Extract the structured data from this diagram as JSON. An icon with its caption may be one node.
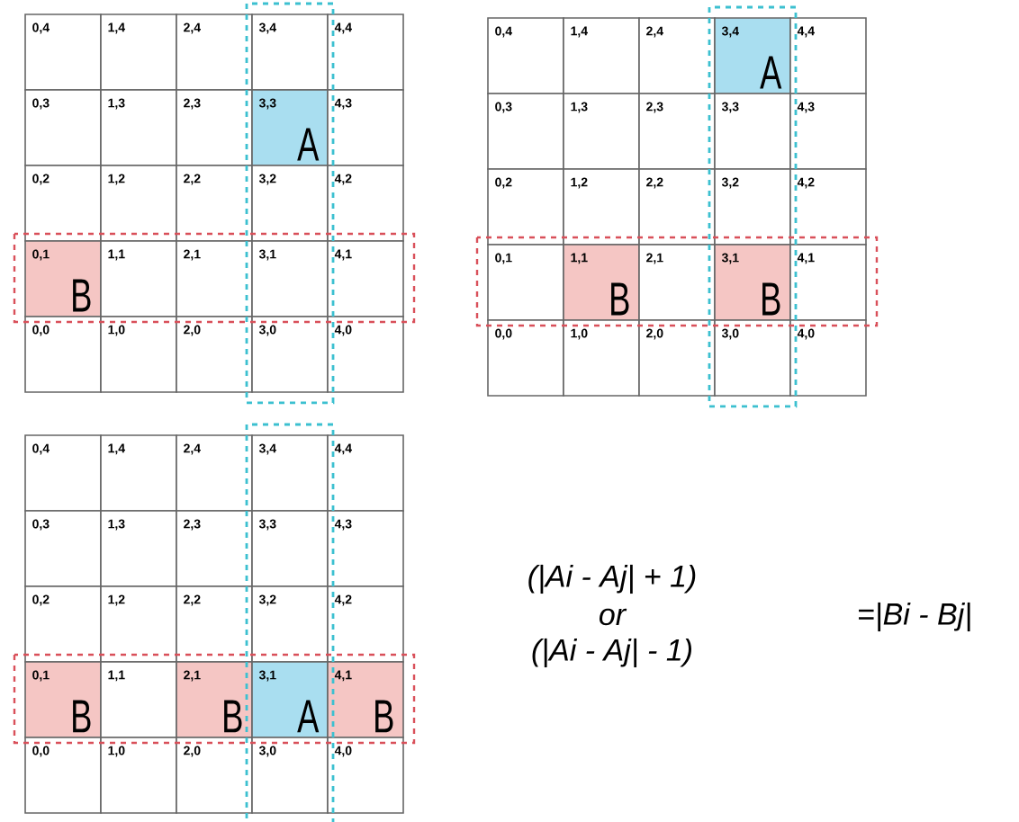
{
  "diagram": {
    "nodes": [
      {
        "text": [
          "0,4"
        ]
      },
      {
        "text": [
          "1,4"
        ]
      },
      {
        "text": [
          "2,4"
        ]
      },
      {
        "text": [
          "3,4"
        ]
      },
      {
        "text": [
          "4,4"
        ]
      },
      {
        "text": [
          "0,3"
        ]
      },
      {
        "text": [
          "1,3"
        ]
      },
      {
        "text": [
          "2,3"
        ]
      },
      {
        "text": [
          "3,3",
          "A"
        ]
      },
      {
        "text": [
          "4,3"
        ]
      },
      {
        "text": [
          "0,2"
        ]
      },
      {
        "text": [
          "1,2"
        ]
      },
      {
        "text": [
          "2,2"
        ]
      },
      {
        "text": [
          "3,2"
        ]
      },
      {
        "text": [
          "4,2"
        ]
      },
      {
        "text": [
          "0,1",
          "B"
        ]
      },
      {
        "text": [
          "1,1"
        ]
      },
      {
        "text": [
          "2,1"
        ]
      },
      {
        "text": [
          "3,1"
        ]
      },
      {
        "text": [
          "4,1"
        ]
      },
      {
        "text": [
          "0,0"
        ]
      },
      {
        "text": [
          "1,0"
        ]
      },
      {
        "text": [
          "2,0"
        ]
      },
      {
        "text": [
          "3,0"
        ]
      },
      {
        "text": [
          "4,0"
        ]
      },
      {
        "text": [
          "0,4"
        ]
      },
      {
        "text": [
          "1,4"
        ]
      },
      {
        "text": [
          "2,4"
        ]
      },
      {
        "text": [
          "3,4",
          "A"
        ]
      },
      {
        "text": [
          "4,4"
        ]
      },
      {
        "text": [
          "0,3"
        ]
      },
      {
        "text": [
          "1,3"
        ]
      },
      {
        "text": [
          "2,3"
        ]
      },
      {
        "text": [
          "3,3"
        ]
      },
      {
        "text": [
          "4,3"
        ]
      },
      {
        "text": [
          "0,2"
        ]
      },
      {
        "text": [
          "1,2"
        ]
      },
      {
        "text": [
          "2,2"
        ]
      },
      {
        "text": [
          "3,2"
        ]
      },
      {
        "text": [
          "4,2"
        ]
      },
      {
        "text": [
          "0,1"
        ]
      },
      {
        "text": [
          "1,1",
          "B"
        ]
      },
      {
        "text": [
          "2,1"
        ]
      },
      {
        "text": [
          "3,1",
          "B"
        ]
      },
      {
        "text": [
          "4,1"
        ]
      },
      {
        "text": [
          "0,0"
        ]
      },
      {
        "text": [
          "1,0"
        ]
      },
      {
        "text": [
          "2,0"
        ]
      },
      {
        "text": [
          "3,0"
        ]
      },
      {
        "text": [
          "4,0"
        ]
      },
      {
        "text": [
          "0,4"
        ]
      },
      {
        "text": [
          "1,4"
        ]
      },
      {
        "text": [
          "2,4"
        ]
      },
      {
        "text": [
          "3,4"
        ]
      },
      {
        "text": [
          "4,4"
        ]
      },
      {
        "text": [
          "0,3"
        ]
      },
      {
        "text": [
          "1,3"
        ]
      },
      {
        "text": [
          "2,3"
        ]
      },
      {
        "text": [
          "3,3"
        ]
      },
      {
        "text": [
          "4,3"
        ]
      },
      {
        "text": [
          "0,2"
        ]
      },
      {
        "text": [
          "1,2"
        ]
      },
      {
        "text": [
          "2,2"
        ]
      },
      {
        "text": [
          "3,2"
        ]
      },
      {
        "text": [
          "4,2"
        ]
      },
      {
        "text": [
          "0,1",
          "B"
        ]
      },
      {
        "text": [
          "1,1"
        ]
      },
      {
        "text": [
          "2,1",
          "B"
        ]
      },
      {
        "text": [
          "3,1",
          "A"
        ]
      },
      {
        "text": [
          "4,1",
          "B"
        ]
      },
      {
        "text": [
          "0,0"
        ]
      },
      {
        "text": [
          "1,0"
        ]
      },
      {
        "text": [
          "2,0"
        ]
      },
      {
        "text": [
          "3,0"
        ]
      },
      {
        "text": [
          "4,0"
        ]
      }
    ],
    "labels": [
      "(|Ai - Aj| + 1)",
      "or",
      "(|Ai - Aj| - 1)",
      "=|Bi - Bj|"
    ]
  }
}
